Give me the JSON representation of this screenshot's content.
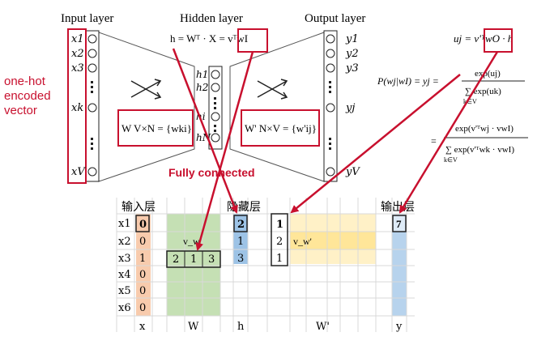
{
  "headers": {
    "input_layer": "Input layer",
    "hidden_layer": "Hidden layer",
    "output_layer": "Output layer"
  },
  "side_label": [
    "one-hot",
    "encoded",
    "vector"
  ],
  "input_nodes": [
    "x1",
    "x2",
    "x3",
    "xk",
    "xV"
  ],
  "hidden_nodes": [
    "h1",
    "h2",
    "hi",
    "hN"
  ],
  "output_nodes": [
    "y1",
    "y2",
    "y3",
    "yj",
    "yV"
  ],
  "formulas": {
    "h_eq": "h = Wᵀ · X = vᵀwI",
    "uj_eq": "uj = v'ᵀwO · h",
    "p_lhs": "P(wj|wI) = yj =",
    "p_num1": "exp(uj)",
    "p_den1": "∑ exp(uk)",
    "p_sub1": "k∈V",
    "p_eq2": "=",
    "p_num2": "exp(v'ᵀwj · vwI)",
    "p_den2": "∑ exp(v'ᵀwk · vwI)",
    "p_sub2": "k∈V"
  },
  "matrices": {
    "w_label": "W V×N = {wki}",
    "wprime_label": "W' N×V = {w'ij}"
  },
  "fully_connected": "Fully connected",
  "table": {
    "hdr_input": "输入层",
    "hdr_hidden": "隐藏层",
    "hdr_output": "输出层",
    "row_labels": [
      "x1",
      "x2",
      "x3",
      "x4",
      "x5",
      "x6"
    ],
    "x_values": [
      "0",
      "0",
      "1",
      "0",
      "0",
      "0"
    ],
    "w_row_label": "v_w",
    "w_row_values": [
      "2",
      "1",
      "3"
    ],
    "h_values": [
      "2",
      "1",
      "3"
    ],
    "wprime_col_values": [
      "1",
      "2",
      "1"
    ],
    "wprime_label": "v_w'",
    "y_value": "7",
    "col_labels": [
      "x",
      "W",
      "h",
      "W'",
      "y"
    ]
  },
  "colors": {
    "red": "#c8102e",
    "orange": "#f8cbad",
    "green": "#c5e0b4",
    "blue": "#9dc3e6",
    "yellow": "#ffe699",
    "light_blue": "#deebf7"
  }
}
